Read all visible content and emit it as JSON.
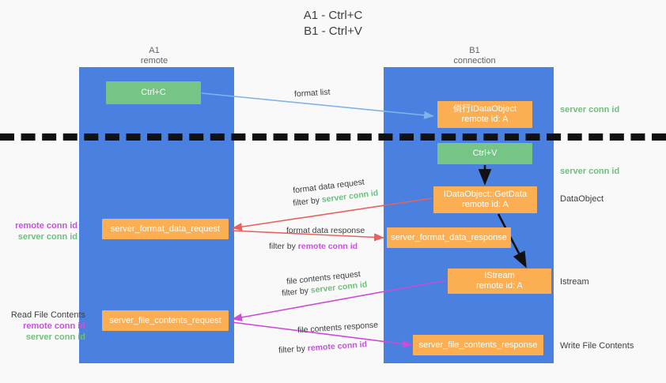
{
  "title": {
    "line1": "A1 - Ctrl+C",
    "line2": "B1 - Ctrl+V"
  },
  "columns": {
    "a1": {
      "name": "A1",
      "sub": "remote"
    },
    "b1": {
      "name": "B1",
      "sub": "connection"
    }
  },
  "boxes": {
    "ctrl_c": {
      "label": "Ctrl+C"
    },
    "idataobject": {
      "line1": "倘行IDataObject",
      "line2": "remote id: A"
    },
    "ctrl_v": {
      "label": "Ctrl+V"
    },
    "getdata": {
      "line1": "IDataObject::GetData",
      "line2": "remote id: A"
    },
    "format_data_request": {
      "label": "server_format_data_request"
    },
    "format_data_response": {
      "label": "server_format_data_response"
    },
    "istream": {
      "line1": "IStream",
      "line2": "remote id: A"
    },
    "file_contents_request": {
      "label": "server_file_contents_request"
    },
    "file_contents_response": {
      "label": "server_file_contents_response"
    }
  },
  "annotations": {
    "right": {
      "server_conn_id_1": "server conn id",
      "server_conn_id_2": "server conn id",
      "dataobject": "DataObject",
      "istream": "Istream",
      "write_file_contents": "Write File Contents"
    },
    "left": {
      "remote_conn_id_1": "remote conn id",
      "server_conn_id_1": "server conn id",
      "read_file_contents": "Read File Contents",
      "remote_conn_id_2": "remote conn id",
      "server_conn_id_2": "server conn id"
    }
  },
  "edges": {
    "format_list": "format list",
    "format_data_request": "format data request",
    "format_data_request_filter_prefix": "filter by ",
    "format_data_request_filter_key": "server conn id",
    "format_data_response": "format data response",
    "format_data_response_filter_prefix": "filter by ",
    "format_data_response_filter_key": "remote conn id",
    "file_contents_request": "file contents request",
    "file_contents_request_filter_prefix": "filter by ",
    "file_contents_request_filter_key": "server conn id",
    "file_contents_response": "file contents response",
    "file_contents_response_filter_prefix": "filter by ",
    "file_contents_response_filter_key": "remote conn id"
  },
  "colors": {
    "background": "#f9f9f9",
    "lane": "#4a80e0",
    "green_box": "#77c487",
    "orange_box": "#fbae52",
    "server_conn_id": "#6fbf7f",
    "remote_conn_id": "#c354d8",
    "arrow_blue": "#7fb4e8",
    "arrow_red": "#e8615e",
    "arrow_magenta": "#cc4bd8",
    "arrow_black": "#111111",
    "divider": "#111111"
  }
}
